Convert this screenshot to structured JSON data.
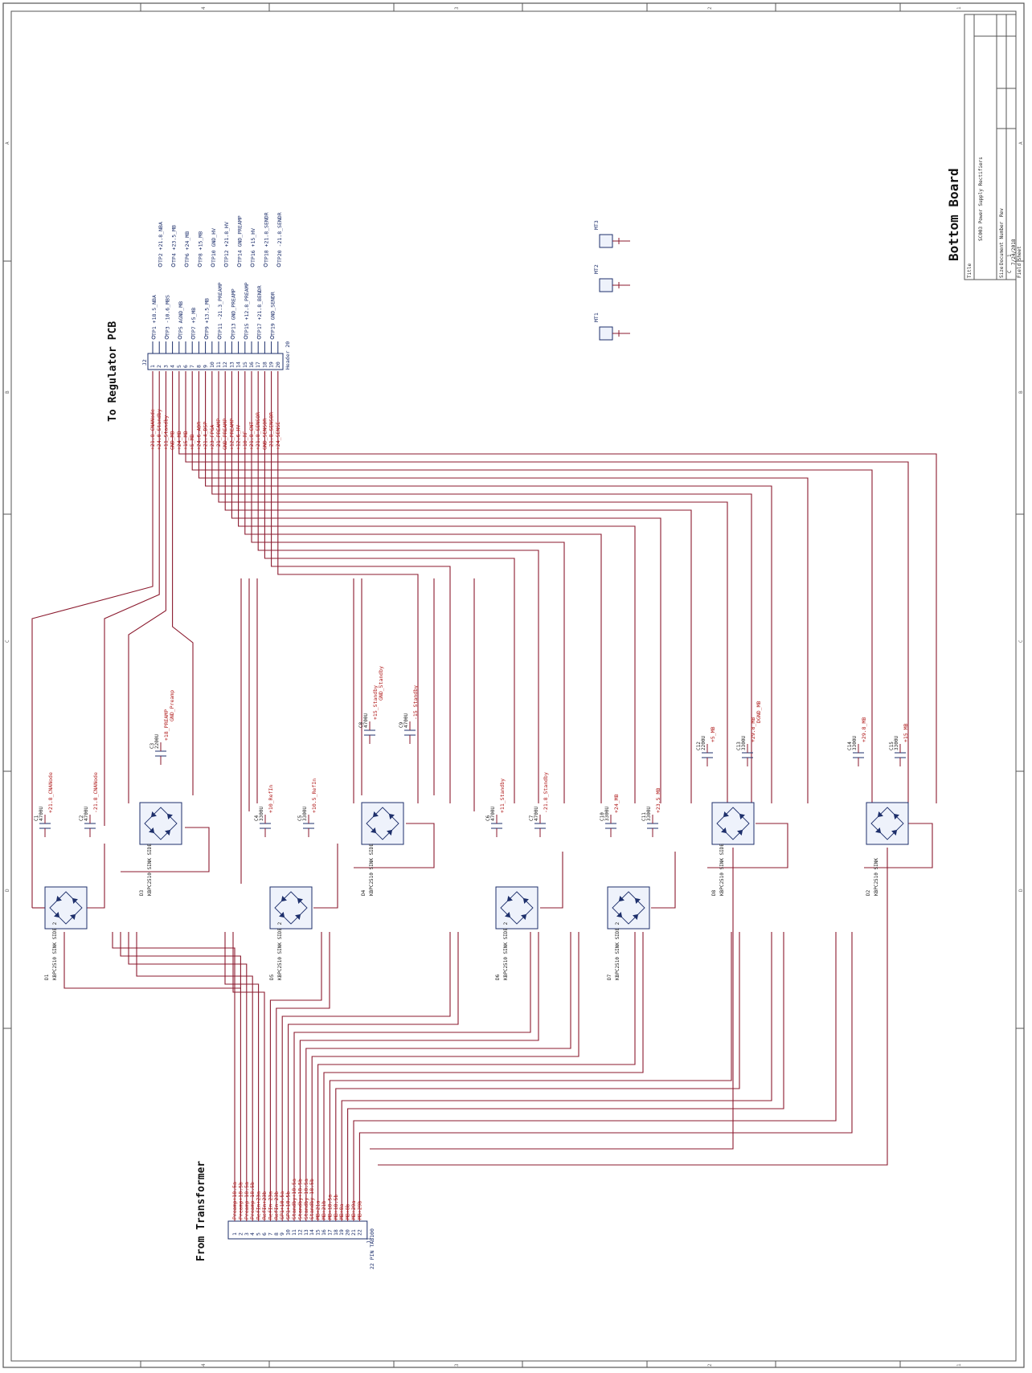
{
  "headings": {
    "to_regulator": "To Regulator PCB",
    "from_transformer": "From Transformer",
    "bottom_board": "Bottom Board"
  },
  "title_block": {
    "title_label": "Title",
    "title": "SC003 Power Supply Rectifiers",
    "size_label": "Size",
    "document_label": "Document Number",
    "rev_label": "Rev",
    "size": "C",
    "rev": "1",
    "date": "7/24/2018",
    "sheet": "Field Sheet"
  },
  "zones": {
    "top": [
      "4",
      "3",
      "2",
      "1"
    ],
    "side": [
      "A",
      "B",
      "C",
      "D"
    ]
  },
  "connector_j2": {
    "ref": "J2",
    "part": "Header 20",
    "pins": [
      "1",
      "2",
      "3",
      "4",
      "5",
      "6",
      "7",
      "8",
      "9",
      "10",
      "11",
      "12",
      "13",
      "14",
      "15",
      "16",
      "17",
      "18",
      "19",
      "20"
    ],
    "nets": [
      "+21.8_CNANode",
      "+24.0_Standby",
      "+11_Standby",
      "GND_MB",
      "+24_MB",
      "+15_MB",
      "+5_MB",
      "+24.6_ADR",
      "+21.4_DSP",
      "+23_FPGA",
      "-21_PREAMP",
      "GND_PREAMP",
      "+12_PREAMP",
      "+12.6_HV",
      "+10_RF",
      "+21.8_CNT",
      "+21.8_SENSOR",
      "GND_SENSOR",
      "-21.8_SENSOR",
      "+24_SENSE"
    ],
    "net_names_left": [
      "TP1 +18.5_NBA",
      "TP3 -10.6_MBS",
      "TP5 AGND_MB",
      "TP7 +5_MB",
      "TP9 +13.5_MB",
      "TP11 -21.3_PREAMP",
      "TP13 GND_PREAMP",
      "TP15 +12.8_PREAMP",
      "TP17 +21.8_BENDR",
      "TP19 GND_SENDR"
    ],
    "net_names_right": [
      "TP2 +21.8_NBA",
      "TP4 +23.5_MB",
      "TP6 +24_MB",
      "TP8 +15_MB",
      "TP10 GND_HV",
      "TP12 +21.8_HV",
      "TP14 GND_PREAMP",
      "TP16 +15_HV",
      "TP18 +21.8_SENDR",
      "TP20 -21.8_SENDR"
    ]
  },
  "connector_j1": {
    "ref": "J1",
    "part": "22 PIN TAB100",
    "pins": [
      "1",
      "2",
      "3",
      "4",
      "5",
      "6",
      "7",
      "8",
      "9",
      "10",
      "11",
      "12",
      "13",
      "14",
      "15",
      "16",
      "17",
      "18",
      "19",
      "20",
      "21",
      "22"
    ],
    "nets": [
      "Preamp+18.5a",
      "Preamp+18.5b",
      "Preamp-18.5a",
      "Preamp-18.5b",
      "RefIn+23a",
      "RefIn+23b",
      "RefIn-23a",
      "RefIn-23b",
      "SP1+10.5a",
      "SP1+10.5b",
      "Standby+18.5a",
      "Standby+18.5b",
      "Standby-18.5a",
      "Standby-18.5b",
      "MB+21a",
      "MB+21b",
      "MB+18.5a",
      "MB+18.5b",
      "MB+8a",
      "MB+8b",
      "MB+29a",
      "MB+29b"
    ]
  },
  "bridges": [
    {
      "ref": "D1",
      "part": "KBPC2510 SINK SIDE 2"
    },
    {
      "ref": "D3",
      "part": "KBPC2510 SINK SIDE"
    },
    {
      "ref": "D5",
      "part": "KBPC2510 SINK SIDE 2"
    },
    {
      "ref": "D4",
      "part": "KBPC2510 SINK SIDE"
    },
    {
      "ref": "D6",
      "part": "KBPC2510 SINK SIDE 2"
    },
    {
      "ref": "D7",
      "part": "KBPC2510 SINK SIDE 2"
    },
    {
      "ref": "D8",
      "part": "KBPC2510 SINK SIDE"
    },
    {
      "ref": "D2",
      "part": "KBPC2510 SINK"
    }
  ],
  "capacitors": [
    {
      "ref": "C1",
      "value": "4700U",
      "net": "+21.8_CNANode"
    },
    {
      "ref": "C2",
      "value": "4700U",
      "net": "-21.8_CNANode"
    },
    {
      "ref": "C3",
      "value": "2200U",
      "net": "+18_PREAMP",
      "net2": "GND_Preamp"
    },
    {
      "ref": "C4",
      "value": "3300U",
      "net": "+10_RefIn"
    },
    {
      "ref": "C5",
      "value": "3300U",
      "net": "+10.5_RefIn"
    },
    {
      "ref": "C6",
      "value": "4700U",
      "net": "+11_Standby"
    },
    {
      "ref": "C7",
      "value": "4700U",
      "net": "-21.8_Standby"
    },
    {
      "ref": "C8",
      "value": "4700U",
      "net": "+15_Standby",
      "net2": "GND_Standby"
    },
    {
      "ref": "C9",
      "value": "4700U",
      "net": "-15_Standby"
    },
    {
      "ref": "C10",
      "value": "3300U",
      "net": "+24_MB"
    },
    {
      "ref": "C11",
      "value": "3300U",
      "net": "+23.5_MB"
    },
    {
      "ref": "C12",
      "value": "2200U",
      "net": "+5_MB"
    },
    {
      "ref": "C13",
      "value": "3300U",
      "net": "+29.8_MB",
      "net2": "DGND_MB"
    },
    {
      "ref": "C14",
      "value": "3300U",
      "net": "+29.8_MB"
    },
    {
      "ref": "C15",
      "value": "3300U",
      "net": "+15_MB"
    }
  ],
  "mounting": [
    "MT1",
    "MT2",
    "MT3"
  ]
}
